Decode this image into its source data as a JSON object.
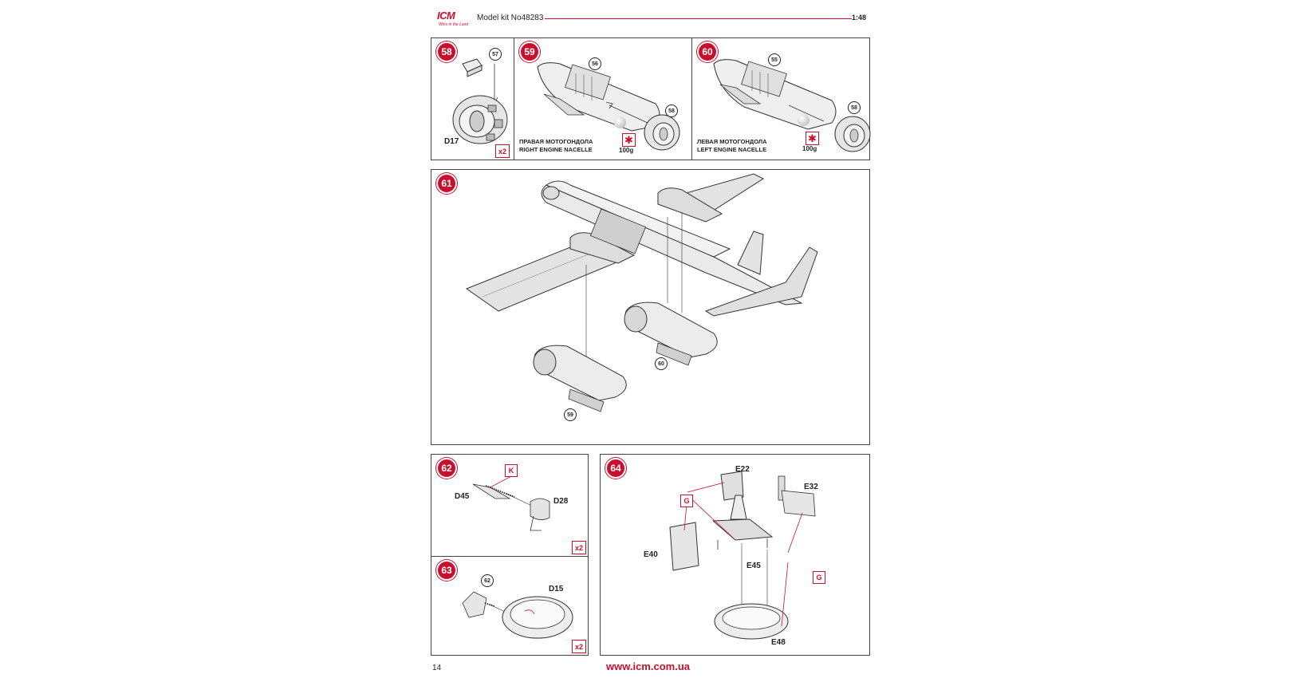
{
  "header": {
    "logo_text": "ICM",
    "logo_slogan": "Wins in the Land",
    "title": "Model kit No48283",
    "scale": "1:48"
  },
  "steps": {
    "s58": {
      "number": "58",
      "ref": "57",
      "part": "D17",
      "qty": "x2"
    },
    "s59": {
      "number": "59",
      "ref_top": "56",
      "ref_side": "58",
      "caption_ru": "ПРАВАЯ МОТОГОНДОЛА",
      "caption_en": "RIGHT ENGINE NACELLE",
      "weight": "100g",
      "glue_symbol": "✱"
    },
    "s60": {
      "number": "60",
      "ref_top": "55",
      "ref_side": "58",
      "caption_ru": "ЛЕВАЯ МОТОГОНДОЛА",
      "caption_en": "LEFT ENGINE NACELLE",
      "weight": "100g",
      "glue_symbol": "✱"
    },
    "s61": {
      "number": "61",
      "ref_a": "60",
      "ref_b": "59"
    },
    "s62": {
      "number": "62",
      "box": "K",
      "part_a": "D45",
      "part_b": "D28",
      "qty": "x2"
    },
    "s63": {
      "number": "63",
      "ref": "62",
      "part": "D15",
      "qty": "x2"
    },
    "s64": {
      "number": "64",
      "part_a": "E22",
      "part_b": "E32",
      "part_c": "E40",
      "part_d": "E45",
      "part_e": "E48",
      "box_a": "G",
      "box_b": "G"
    }
  },
  "footer": {
    "page_number": "14",
    "url": "www.icm.com.ua"
  },
  "colors": {
    "accent": "#c8102e",
    "line": "#444444"
  }
}
